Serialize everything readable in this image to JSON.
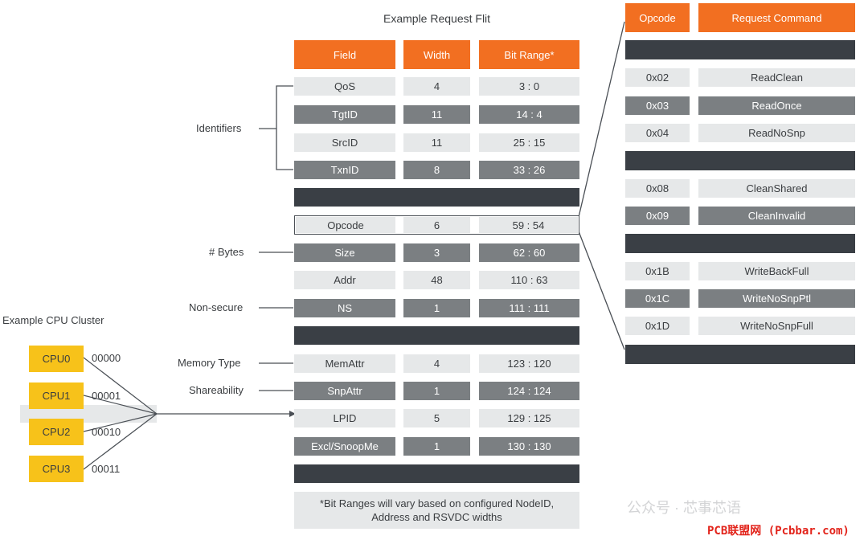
{
  "title": "Example Request Flit",
  "flit_table": {
    "headers": [
      "Field",
      "Width",
      "Bit Range*"
    ],
    "rows": [
      {
        "field": "QoS",
        "width": "4",
        "range": "3 : 0"
      },
      {
        "field": "TgtID",
        "width": "11",
        "range": "14 : 4"
      },
      {
        "field": "SrcID",
        "width": "11",
        "range": "25 : 15"
      },
      {
        "field": "TxnID",
        "width": "8",
        "range": "33 : 26"
      },
      {
        "field": "Opcode",
        "width": "6",
        "range": "59 : 54"
      },
      {
        "field": "Size",
        "width": "3",
        "range": "62 : 60"
      },
      {
        "field": "Addr",
        "width": "48",
        "range": "110 : 63"
      },
      {
        "field": "NS",
        "width": "1",
        "range": "111 : 111"
      },
      {
        "field": "MemAttr",
        "width": "4",
        "range": "123 : 120"
      },
      {
        "field": "SnpAttr",
        "width": "1",
        "range": "124 : 124"
      },
      {
        "field": "LPID",
        "width": "5",
        "range": "129 : 125"
      },
      {
        "field": "Excl/SnoopMe",
        "width": "1",
        "range": "130 : 130"
      }
    ],
    "footnote_line1": "*Bit Ranges will vary based on configured NodeID,",
    "footnote_line2": "Address and RSVDC widths"
  },
  "annotations": {
    "identifiers": "Identifiers",
    "bytes": "# Bytes",
    "non_secure": "Non-secure",
    "memory_type": "Memory Type",
    "shareability": "Shareability"
  },
  "cpu_cluster": {
    "title": "Example CPU Cluster",
    "cpus": [
      {
        "name": "CPU0",
        "id": "00000"
      },
      {
        "name": "CPU1",
        "id": "00001"
      },
      {
        "name": "CPU2",
        "id": "00010"
      },
      {
        "name": "CPU3",
        "id": "00011"
      }
    ]
  },
  "opcode_table": {
    "headers": [
      "Opcode",
      "Request Command"
    ],
    "rows": [
      {
        "code": "0x02",
        "command": "ReadClean"
      },
      {
        "code": "0x03",
        "command": "ReadOnce"
      },
      {
        "code": "0x04",
        "command": "ReadNoSnp"
      },
      {
        "code": "0x08",
        "command": "CleanShared"
      },
      {
        "code": "0x09",
        "command": "CleanInvalid"
      },
      {
        "code": "0x1B",
        "command": "WriteBackFull"
      },
      {
        "code": "0x1C",
        "command": "WriteNoSnpPtl"
      },
      {
        "code": "0x1D",
        "command": "WriteNoSnpFull"
      }
    ]
  },
  "watermark": {
    "wechat": "公众号 · 芯事芯语",
    "brand": "PCB联盟网 (Pcbbar.com)"
  },
  "colors": {
    "header_orange": "#f26f21",
    "light_row": "#e6e8e9",
    "dark_row": "#7b7f82",
    "separator_bar": "#3a3f45",
    "cpu_yellow": "#f7c21a"
  }
}
